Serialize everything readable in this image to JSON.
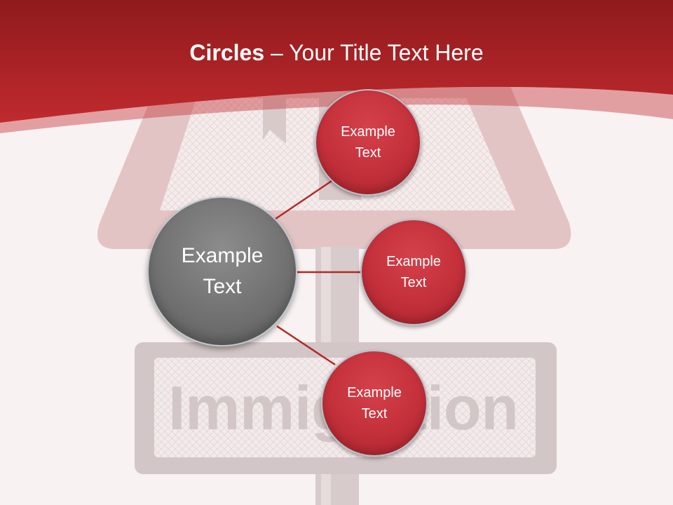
{
  "title": {
    "bold": "Circles",
    "rest": " – Your Title Text Here"
  },
  "sign": {
    "word": "Immigration"
  },
  "center_circle": {
    "label": "Example\nText"
  },
  "circles": [
    {
      "label": "Example\nText"
    },
    {
      "label": "Example\nText"
    },
    {
      "label": "Example\nText"
    }
  ],
  "colors": {
    "banner": "#b8262b",
    "circle_red": "#c3303a",
    "circle_grey": "#707070",
    "connector": "#b02a2a"
  }
}
